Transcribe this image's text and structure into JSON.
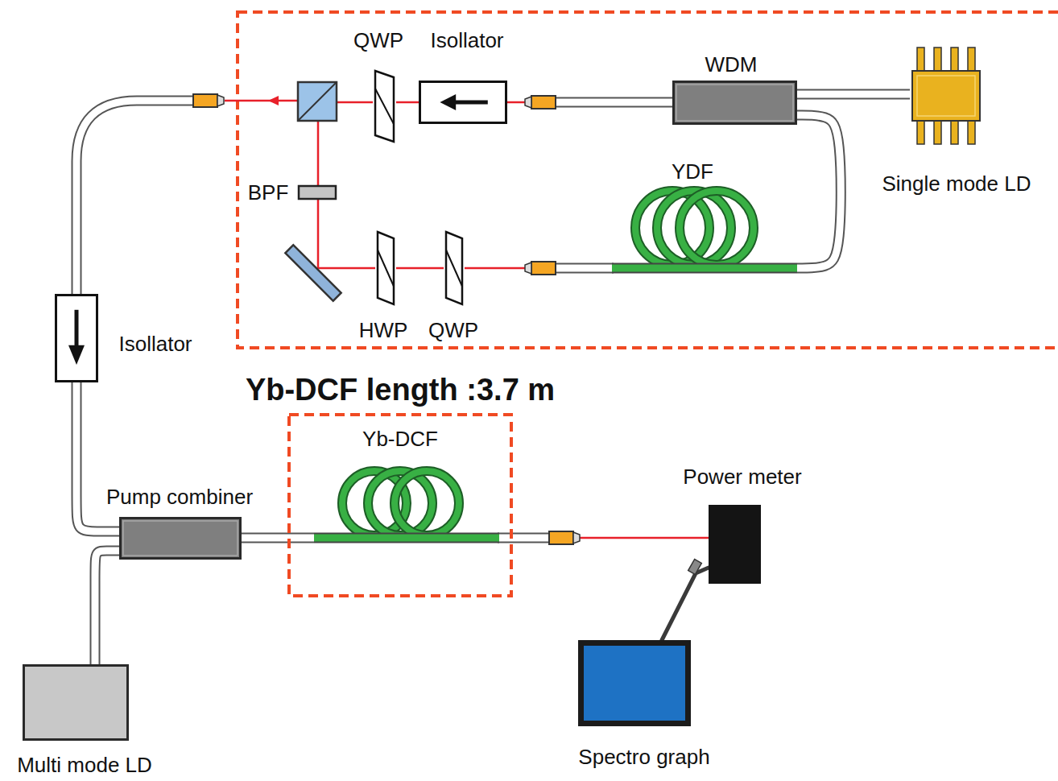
{
  "diagram": {
    "nodes": [
      {
        "text": [
          "QWP"
        ]
      },
      {
        "text": [
          "Isollator"
        ]
      },
      {
        "text": [
          "WDM"
        ]
      },
      {
        "text": [
          "Single mode LD"
        ]
      },
      {
        "text": [
          "YDF"
        ]
      },
      {
        "text": [
          "BPF"
        ]
      },
      {
        "text": [
          "HWP"
        ]
      },
      {
        "text": [
          "QWP"
        ]
      },
      {
        "text": [
          "Isollator"
        ]
      },
      {
        "text": [
          "Yb-DCF length :3.7 m"
        ]
      },
      {
        "text": [
          "Yb-DCF"
        ],
        "in": 9
      },
      {
        "text": [
          "Pump combiner"
        ]
      },
      {
        "text": [
          "Power meter"
        ]
      },
      {
        "text": [
          "Spectro graph"
        ]
      },
      {
        "text": [
          "Multi mode LD"
        ]
      }
    ],
    "edges": [
      {
        "from": 2,
        "to": 1,
        "arrow": "none"
      },
      {
        "from": 1,
        "to": 0,
        "arrow": "none"
      },
      {
        "from": 3,
        "to": 2,
        "arrow": "none"
      },
      {
        "from": 2,
        "to": 4,
        "arrow": "none"
      },
      {
        "from": 4,
        "to": 7,
        "arrow": "none"
      },
      {
        "from": 7,
        "to": 6,
        "arrow": "none"
      },
      {
        "from": 6,
        "to": 5,
        "arrow": "none"
      },
      {
        "from": 5,
        "to": 0,
        "arrow": "none"
      },
      {
        "from": 8,
        "to": 11,
        "arrow": "none"
      },
      {
        "from": 14,
        "to": 11,
        "arrow": "none"
      },
      {
        "from": 11,
        "to": 10,
        "arrow": "none"
      },
      {
        "from": 10,
        "to": 12,
        "arrow": "none"
      },
      {
        "from": 12,
        "to": 13,
        "arrow": "none"
      }
    ]
  }
}
